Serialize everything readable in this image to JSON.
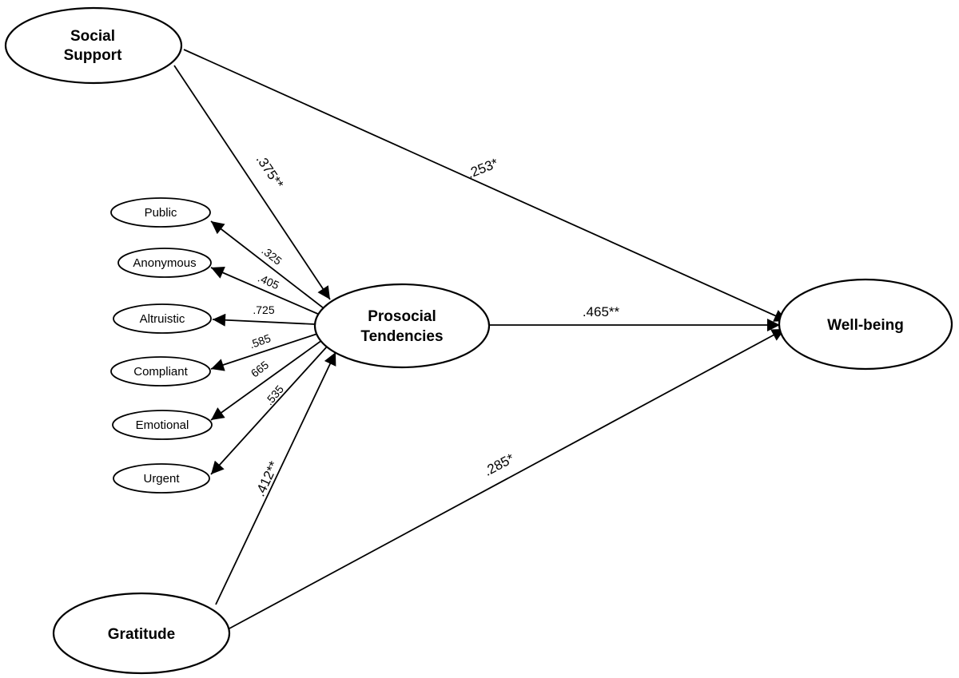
{
  "nodes": {
    "social_support": {
      "line1": "Social",
      "line2": "Support"
    },
    "prosocial": {
      "line1": "Prosocial",
      "line2": "Tendencies"
    },
    "wellbeing": {
      "label": "Well-being"
    },
    "gratitude": {
      "label": "Gratitude"
    },
    "indicators": {
      "public": "Public",
      "anonymous": "Anonymous",
      "altruistic": "Altruistic",
      "compliant": "Compliant",
      "emotional": "Emotional",
      "urgent": "Urgent"
    }
  },
  "paths": {
    "social_to_prosocial": ".375**",
    "social_to_wellbeing": ".253*",
    "prosocial_to_wellbeing": ".465**",
    "gratitude_to_prosocial": ".412**",
    "gratitude_to_wellbeing": ".285*"
  },
  "loadings": {
    "public": ".325",
    "anonymous": ".405",
    "altruistic": ".725",
    "compliant": ".585",
    "emotional": "665",
    "urgent": ".535"
  }
}
